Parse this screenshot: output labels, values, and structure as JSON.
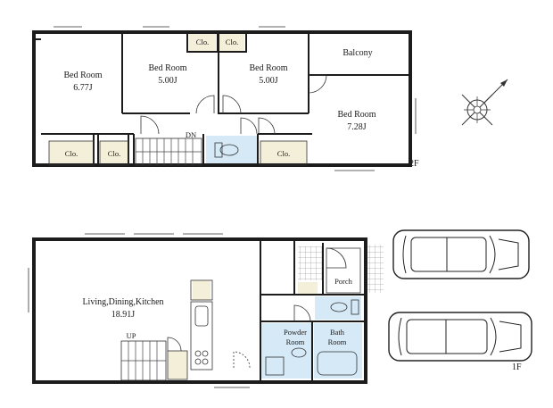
{
  "floors": {
    "second": {
      "label": "2F",
      "rooms": {
        "bedroom_a": {
          "name": "Bed Room",
          "size": "6.77J"
        },
        "bedroom_b": {
          "name": "Bed Room",
          "size": "5.00J"
        },
        "bedroom_c": {
          "name": "Bed Room",
          "size": "5.00J"
        },
        "bedroom_d": {
          "name": "Bed Room",
          "size": "7.28J"
        },
        "balcony": "Balcony"
      },
      "closets": [
        "Clo.",
        "Clo.",
        "Clo.",
        "Clo.",
        "Clo."
      ],
      "stairs_label": "DN"
    },
    "first": {
      "label": "1F",
      "rooms": {
        "ldk": {
          "name": "Living,Dining,Kitchen",
          "size": "18.91J"
        },
        "porch": "Porch",
        "powder": {
          "line1": "Powder",
          "line2": "Room"
        },
        "bath": {
          "line1": "Bath",
          "line2": "Room"
        }
      },
      "stairs_label": "UP"
    }
  },
  "colors": {
    "closet_fill": "#f4efd9",
    "wet_area_fill": "#d6e9f7",
    "wall": "#1c1c1c"
  },
  "icons": [
    "compass-icon",
    "car-icon"
  ]
}
